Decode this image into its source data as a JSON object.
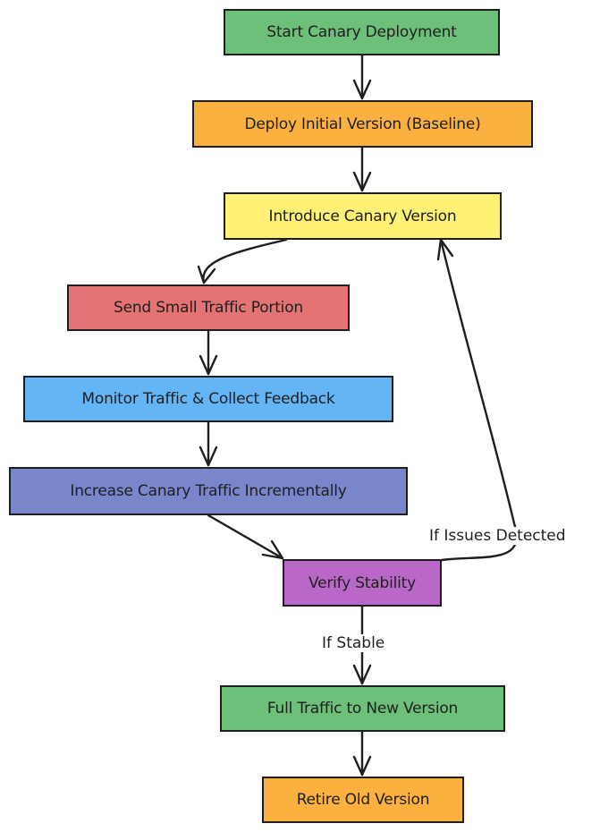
{
  "colors": {
    "green": "#6dbf7a",
    "orange": "#fbb040",
    "yellow": "#fff176",
    "red": "#e57373",
    "blue": "#64b5f6",
    "indigo": "#7986cb",
    "purple": "#ba68c8",
    "stroke": "#1e1e1e"
  },
  "nodes": {
    "start": {
      "label": "Start Canary Deployment",
      "color": "green"
    },
    "baseline": {
      "label": "Deploy Initial Version (Baseline)",
      "color": "orange"
    },
    "introduce": {
      "label": "Introduce Canary Version",
      "color": "yellow"
    },
    "send": {
      "label": "Send Small Traffic Portion",
      "color": "red"
    },
    "monitor": {
      "label": "Monitor Traffic & Collect Feedback",
      "color": "blue"
    },
    "increase": {
      "label": "Increase Canary Traffic Incrementally",
      "color": "indigo"
    },
    "verify": {
      "label": "Verify Stability",
      "color": "purple"
    },
    "full": {
      "label": "Full Traffic to New Version",
      "color": "green"
    },
    "retire": {
      "label": "Retire Old Version",
      "color": "orange"
    }
  },
  "edges": {
    "issues_label": "If Issues Detected",
    "stable_label": "If Stable"
  }
}
